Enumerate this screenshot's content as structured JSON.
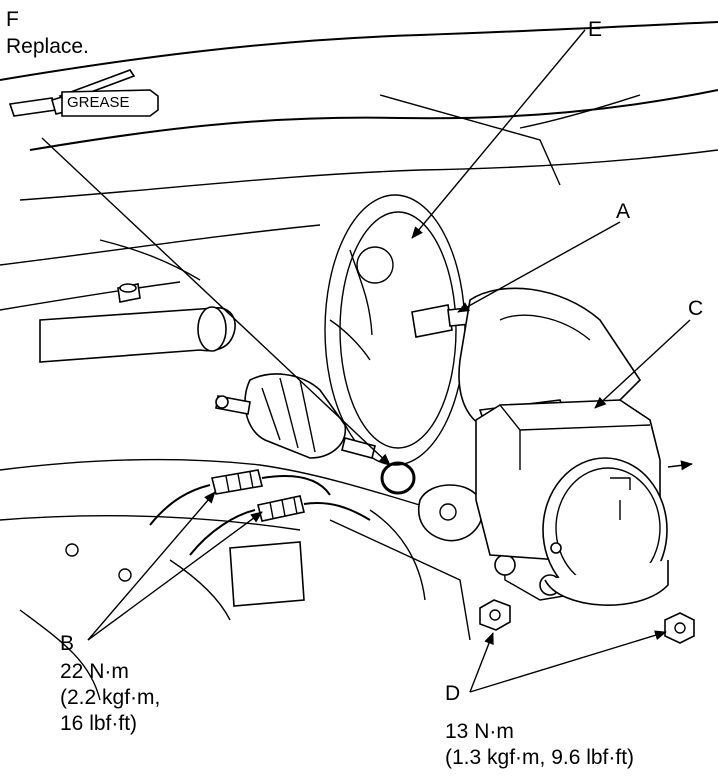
{
  "callouts": {
    "A": "A",
    "B": "B",
    "C": "C",
    "D": "D",
    "E": "E",
    "F": "F"
  },
  "notes": {
    "replace": "Replace.",
    "grease": "GREASE"
  },
  "torque_b": {
    "line1": "22 N·m",
    "line2": "(2.2 kgf·m,",
    "line3": "16 lbf·ft)"
  },
  "torque_d": {
    "line1": "13 N·m",
    "line2": "(1.3 kgf·m, 9.6 lbf·ft)"
  }
}
